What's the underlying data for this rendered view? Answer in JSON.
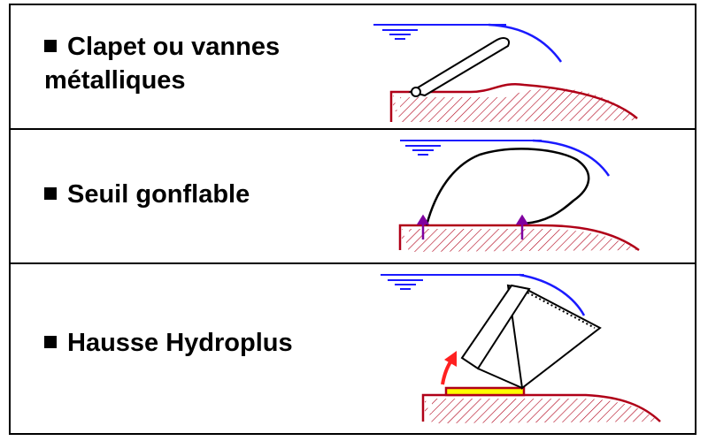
{
  "panels": [
    {
      "id": "clapet",
      "line1": "Clapet ou vannes",
      "line2": "métalliques"
    },
    {
      "id": "gonflable",
      "line1": "Seuil gonflable",
      "line2": ""
    },
    {
      "id": "hydroplus",
      "line1": "Hausse Hydroplus",
      "line2": ""
    }
  ],
  "colors": {
    "water": "#1a1aff",
    "ground": "#b00018",
    "anchor": "#8000a0",
    "arrow": "#ff2020",
    "seal_fill": "#ffff00",
    "outline": "#000000"
  }
}
